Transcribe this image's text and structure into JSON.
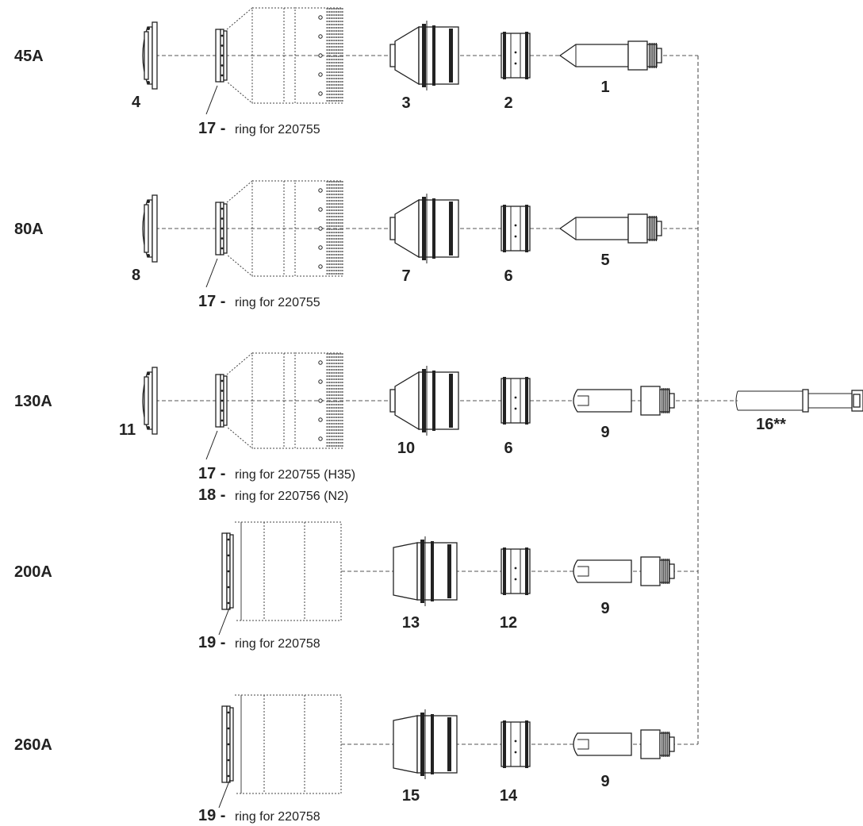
{
  "rows": [
    {
      "current": "45A",
      "parts": {
        "cap": "4",
        "shield": "3",
        "swirl": "2",
        "electrode": "1"
      },
      "rings": [
        {
          "number": "17",
          "separator": " - ",
          "text": "ring for 220755"
        }
      ]
    },
    {
      "current": "80A",
      "parts": {
        "cap": "8",
        "shield": "7",
        "swirl": "6",
        "electrode": "5"
      },
      "rings": [
        {
          "number": "17",
          "separator": " - ",
          "text": "ring for 220755"
        }
      ]
    },
    {
      "current": "130A",
      "parts": {
        "cap": "11",
        "shield": "10",
        "swirl": "6",
        "electrode": "9"
      },
      "rings": [
        {
          "number": "17",
          "separator": " - ",
          "text": "ring for 220755 (H35)"
        },
        {
          "number": "18",
          "separator": " - ",
          "text": "ring for 220756 (N2)"
        }
      ]
    },
    {
      "current": "200A",
      "parts": {
        "shield": "13",
        "swirl": "12",
        "electrode": "9"
      },
      "rings": [
        {
          "number": "19",
          "separator": " - ",
          "text": "ring for 220758"
        }
      ]
    },
    {
      "current": "260A",
      "parts": {
        "shield": "15",
        "swirl": "14",
        "electrode": "9"
      },
      "rings": [
        {
          "number": "19",
          "separator": " - ",
          "text": "ring for 220758"
        }
      ]
    }
  ],
  "torch_label": "16**"
}
